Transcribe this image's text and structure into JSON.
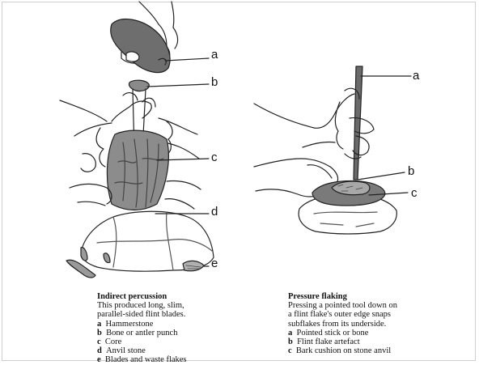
{
  "left_figure": {
    "labels": [
      "a",
      "b",
      "c",
      "d",
      "e"
    ],
    "caption": {
      "title": "Indirect percussion",
      "body_lines": [
        "This produced long, slim,",
        "parallel-sided flint blades."
      ],
      "items": [
        {
          "key": "a",
          "text": "Hammerstone"
        },
        {
          "key": "b",
          "text": "Bone or antler punch"
        },
        {
          "key": "c",
          "text": "Core"
        },
        {
          "key": "d",
          "text": "Anvil stone"
        },
        {
          "key": "e",
          "text": "Blades and waste flakes"
        }
      ]
    }
  },
  "right_figure": {
    "labels": [
      "a",
      "b",
      "c"
    ],
    "caption": {
      "title": "Pressure flaking",
      "body_lines": [
        "Pressing a pointed tool down on",
        "a flint flake's outer edge snaps",
        "subflakes from its underside."
      ],
      "items": [
        {
          "key": "a",
          "text": "Pointed stick or bone"
        },
        {
          "key": "b",
          "text": "Flint flake artefact"
        },
        {
          "key": "c",
          "text": "Bark cushion on stone anvil"
        }
      ]
    }
  }
}
